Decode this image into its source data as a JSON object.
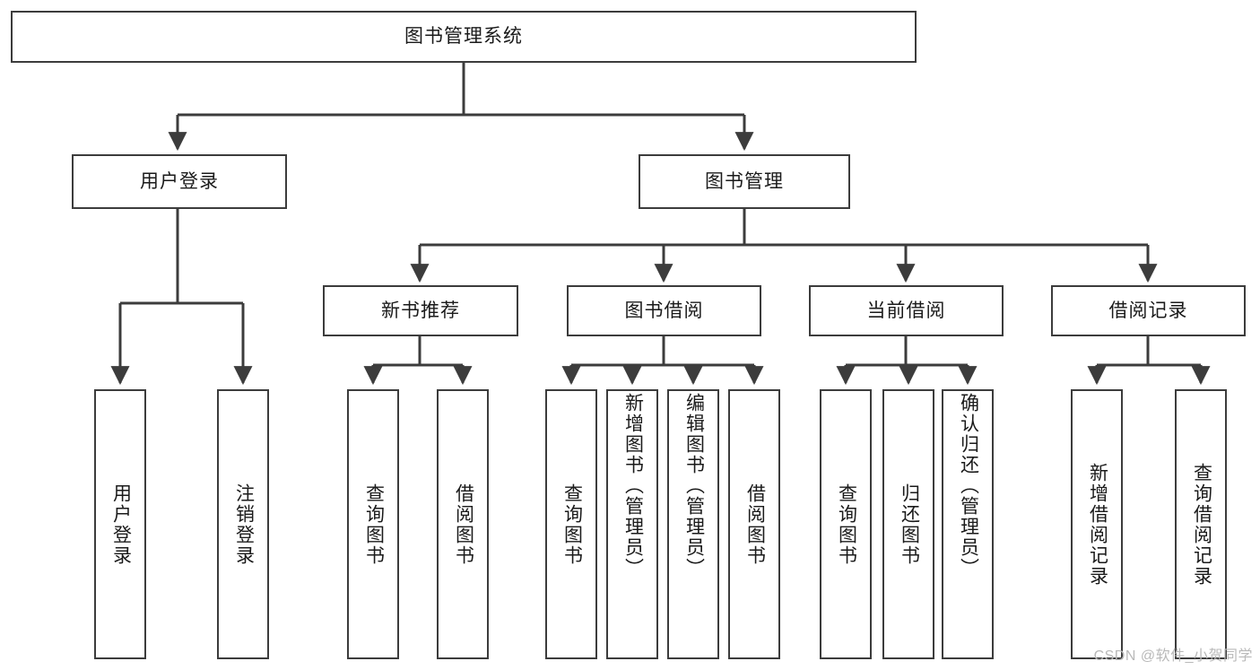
{
  "diagram": {
    "title": "图书管理系统",
    "type": "tree",
    "watermark": "CSDN @软件_小贺同学",
    "colors": {
      "box_border": "#3c3c3c",
      "box_fill": "#ffffff",
      "edge": "#3c3c3c",
      "text": "#1a1a1a",
      "watermark": "#b9b9b9",
      "background": "#ffffff"
    }
  },
  "nodes": {
    "root": {
      "label": "图书管理系统",
      "level": 0
    },
    "l1": [
      {
        "id": "user_login",
        "label": "用户登录",
        "level": 1
      },
      {
        "id": "book_manage",
        "label": "图书管理",
        "level": 1
      }
    ],
    "l2": [
      {
        "id": "new_book_rec",
        "label": "新书推荐",
        "level": 2
      },
      {
        "id": "book_borrow",
        "label": "图书借阅",
        "level": 2
      },
      {
        "id": "current_borrow",
        "label": "当前借阅",
        "level": 2
      },
      {
        "id": "borrow_record",
        "label": "借阅记录",
        "level": 2
      }
    ],
    "leaves": [
      {
        "id": "leaf_user_login",
        "label": "用户登录",
        "parent": "user_login"
      },
      {
        "id": "leaf_logout",
        "label": "注销登录",
        "parent": "user_login"
      },
      {
        "id": "leaf_query_book_1",
        "label": "查询图书",
        "parent": "new_book_rec"
      },
      {
        "id": "leaf_borrow_book_1",
        "label": "借阅图书",
        "parent": "new_book_rec"
      },
      {
        "id": "leaf_query_book_2",
        "label": "查询图书",
        "parent": "book_borrow"
      },
      {
        "id": "leaf_add_book",
        "label": "新增图书（管理员）",
        "parent": "book_borrow"
      },
      {
        "id": "leaf_edit_book",
        "label": "编辑图书（管理员）",
        "parent": "book_borrow"
      },
      {
        "id": "leaf_borrow_book_2",
        "label": "借阅图书",
        "parent": "book_borrow"
      },
      {
        "id": "leaf_query_book_3",
        "label": "查询图书",
        "parent": "current_borrow"
      },
      {
        "id": "leaf_return_book",
        "label": "归还图书",
        "parent": "current_borrow"
      },
      {
        "id": "leaf_confirm_return",
        "label": "确认归还（管理员）",
        "parent": "current_borrow"
      },
      {
        "id": "leaf_add_record",
        "label": "新增借阅记录",
        "parent": "borrow_record"
      },
      {
        "id": "leaf_query_record",
        "label": "查询借阅记录",
        "parent": "borrow_record"
      }
    ]
  }
}
